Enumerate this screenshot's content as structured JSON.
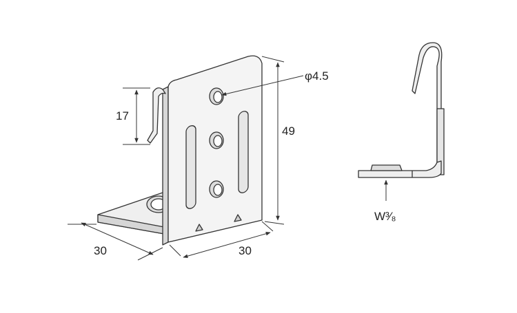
{
  "dimensions": {
    "slot_height": "17",
    "hole_diameter": "φ4.5",
    "height": "49",
    "width": "30",
    "depth": "30"
  },
  "side_view": {
    "thread_label": "W³⁄₈"
  },
  "colors": {
    "outline": "#333333",
    "metal_fill": "#f2f2f2",
    "metal_shade": "#d9d9d9",
    "hole_fill": "#ffffff",
    "dim_line": "#333333"
  }
}
